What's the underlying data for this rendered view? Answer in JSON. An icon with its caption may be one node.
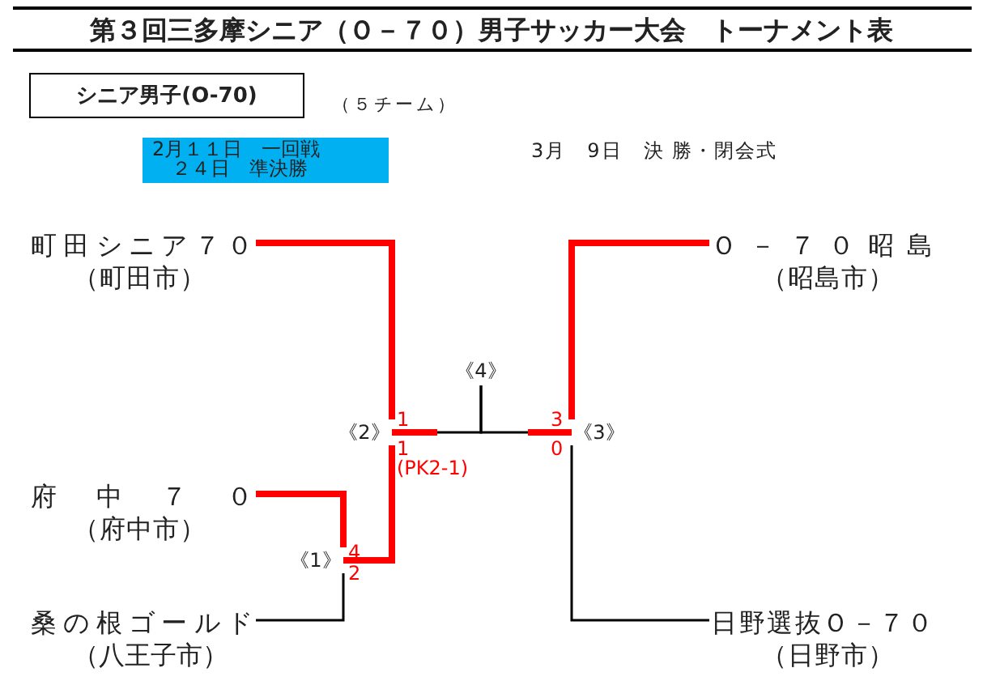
{
  "diagram": {
    "title": "第３回三多摩シニア（Ｏ－７０）男子サッカー大会　トーナメント表",
    "nodes": [
      {
        "text": [
          "シニア男子(O-70)"
        ]
      },
      {
        "text": [
          "2月１１日　一回戦",
          "２４日　準決勝"
        ]
      },
      {
        "text": [
          "町田シニア７０",
          "（町田市）"
        ]
      },
      {
        "text": [
          "府中７０",
          "（府中市）"
        ]
      },
      {
        "text": [
          "桑の根ゴールド",
          "（八王子市）"
        ]
      },
      {
        "text": [
          "Ｏ－７０昭島",
          "（昭島市）"
        ]
      },
      {
        "text": [
          "日野選抜Ｏ－７０",
          "（日野市）"
        ]
      },
      {
        "text": [
          "《1》"
        ],
        "beside": [
          "4",
          "2"
        ]
      },
      {
        "text": [
          "《2》"
        ],
        "beside": [
          "1",
          "1",
          "(PK2-1)"
        ]
      },
      {
        "text": [
          "《3》"
        ],
        "beside": [
          "3",
          "0"
        ]
      },
      {
        "text": [
          "《4》"
        ]
      }
    ],
    "edges": [
      {
        "from": 2,
        "to": 8,
        "arrow": "none",
        "style": "thick",
        "color": "#ff0000"
      },
      {
        "from": 3,
        "to": 7,
        "arrow": "none",
        "style": "thick",
        "color": "#ff0000"
      },
      {
        "from": 4,
        "to": 7,
        "arrow": "none",
        "color": "#000000"
      },
      {
        "from": 7,
        "to": 8,
        "arrow": "none",
        "style": "thick",
        "color": "#ff0000"
      },
      {
        "from": 8,
        "to": 10,
        "arrow": "none",
        "color": "#000000"
      },
      {
        "from": 5,
        "to": 9,
        "arrow": "none",
        "style": "thick",
        "color": "#ff0000"
      },
      {
        "from": 6,
        "to": 9,
        "arrow": "none",
        "color": "#000000"
      },
      {
        "from": 9,
        "to": 10,
        "arrow": "none",
        "color": "#000000"
      }
    ],
    "labels": [
      "（５チーム）",
      "3月　9日　決 勝・閉会式"
    ]
  }
}
